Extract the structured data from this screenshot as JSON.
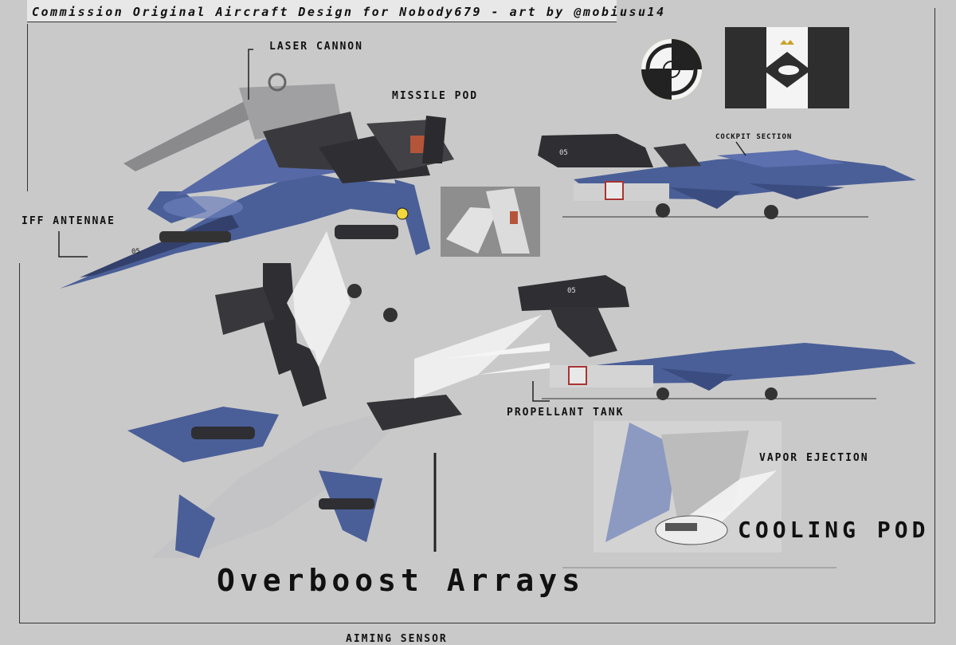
{
  "header": {
    "title": "Commission Original Aircraft Design for Nobody679 - art by @mobiusu14"
  },
  "callouts": {
    "laser_cannon": "LASER CANNON",
    "missile_pod": "MISSILE POD",
    "iff_antennae": "IFF ANTENNAE",
    "cockpit_section": "COCKPIT SECTION",
    "propellant_tank": "PROPELLANT TANK",
    "vapor_ejection": "VAPOR EJECTION",
    "cooling_pod": "COOLING POD"
  },
  "main_title": "Overboost Arrays",
  "footer_cutoff": "AIMING SENSOR",
  "fuselage_number": "05",
  "colors": {
    "background": "#c9c9c9",
    "aircraft_blue": "#4a5f98",
    "aircraft_dark": "#2f2f33",
    "aircraft_grey": "#9a9a9c",
    "roundel_yellow": "#f2d83a",
    "flag_dark": "#2e2e2e",
    "flag_white": "#f4f4f4"
  },
  "icons": {
    "roundel": "roundel-icon",
    "flag": "raven-flag-icon",
    "crown": "crown-icon"
  }
}
